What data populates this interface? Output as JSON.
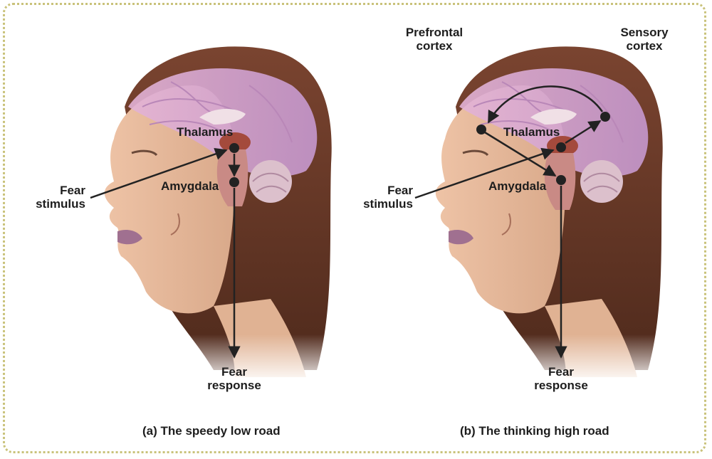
{
  "panels": [
    {
      "caption": "(a) The speedy low road",
      "labels": {
        "thalamus": "Thalamus",
        "amygdala": "Amygdala",
        "fear_stimulus": "Fear\nstimulus",
        "fear_response": "Fear\nresponse"
      }
    },
    {
      "caption": "(b) The thinking high road",
      "labels": {
        "prefrontal_cortex": "Prefrontal\ncortex",
        "sensory_cortex": "Sensory\ncortex",
        "thalamus": "Thalamus",
        "amygdala": "Amygdala",
        "fear_stimulus": "Fear\nstimulus",
        "fear_response": "Fear\nresponse"
      }
    }
  ],
  "colors": {
    "frame": "#c9c27a",
    "hair": "#6b3a26",
    "skin": "#e3b79a",
    "brain": "#d9a6cf",
    "arrow": "#222222"
  }
}
